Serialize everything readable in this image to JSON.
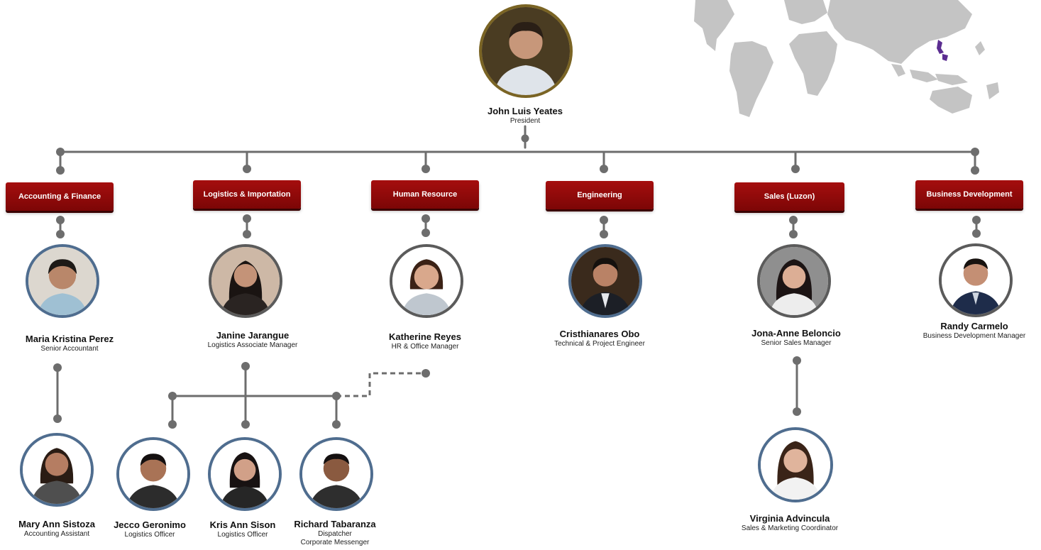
{
  "president": {
    "name": "John Luis Yeates",
    "role": "President"
  },
  "departments": [
    {
      "label": "Accounting & Finance"
    },
    {
      "label": "Logistics & Importation"
    },
    {
      "label": "Human Resource"
    },
    {
      "label": "Engineering"
    },
    {
      "label": "Sales (Luzon)"
    },
    {
      "label": "Business Development"
    }
  ],
  "people": {
    "maria": {
      "name": "Maria Kristina Perez",
      "role": "Senior Accountant"
    },
    "janine": {
      "name": "Janine Jarangue",
      "role": "Logistics Associate Manager"
    },
    "katherine": {
      "name": "Katherine Reyes",
      "role": "HR & Office Manager"
    },
    "cristhian": {
      "name": "Cristhianares Obo",
      "role": "Technical & Project Engineer"
    },
    "jona": {
      "name": "Jona-Anne Beloncio",
      "role": "Senior Sales Manager"
    },
    "randy": {
      "name": "Randy Carmelo",
      "role": "Business Development Manager"
    },
    "maryann": {
      "name": "Mary Ann Sistoza",
      "role": "Accounting Assistant"
    },
    "jecco": {
      "name": "Jecco Geronimo",
      "role": "Logistics Officer"
    },
    "kris": {
      "name": "Kris Ann Sison",
      "role": "Logistics Officer"
    },
    "richard": {
      "name": "Richard Tabaranza",
      "role": "Dispatcher",
      "role2": "Corporate Messenger"
    },
    "virginia": {
      "name": "Virginia Advincula",
      "role": "Sales & Marketing Coordinator"
    }
  },
  "colors": {
    "connector": "#6d6d6d",
    "department": "#960b0b",
    "avatar_border_blue": "#4f6d8f",
    "avatar_border_gray": "#5b5b5b",
    "avatar_border_gold": "#7a6424",
    "map_land": "#c4c4c4",
    "map_highlight": "#5b2d91"
  },
  "icons": {
    "map": "world-map-icon",
    "avatar": "person-photo-icon"
  }
}
